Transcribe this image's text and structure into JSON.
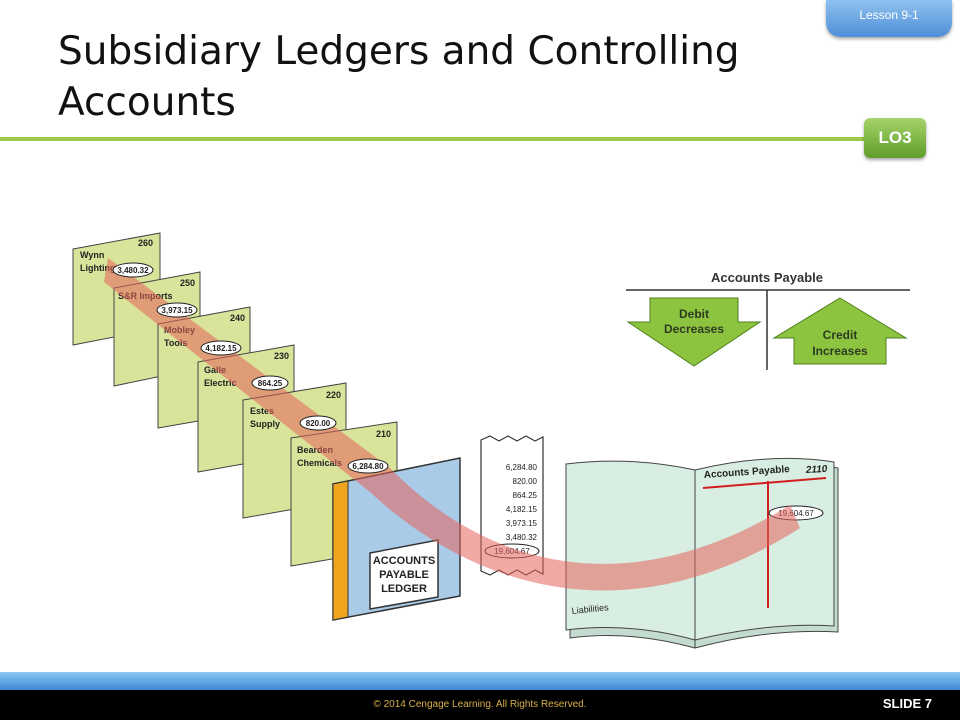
{
  "slide": {
    "title": "Subsidiary Ledgers and Controlling Accounts",
    "lesson_label": "Lesson 9-1",
    "objective_badge": "LO3",
    "copyright": "© 2014 Cengage Learning. All Rights Reserved.",
    "slide_number": "SLIDE 7"
  },
  "ledger_cards": [
    {
      "name_line1": "Wynn",
      "name_line2": "Lighting",
      "account": "260",
      "balance": "3,480.32"
    },
    {
      "name_line1": "S&R Imports",
      "name_line2": "",
      "account": "250",
      "balance": "3,973.15"
    },
    {
      "name_line1": "Mobley",
      "name_line2": "Tools",
      "account": "240",
      "balance": "4,182.15"
    },
    {
      "name_line1": "Galle",
      "name_line2": "Electric",
      "account": "230",
      "balance": "864.25"
    },
    {
      "name_line1": "Estes",
      "name_line2": "Supply",
      "account": "220",
      "balance": "820.00"
    },
    {
      "name_line1": "Bearden",
      "name_line2": "Chemicals",
      "account": "210",
      "balance": "6,284.80"
    }
  ],
  "ledger_binder": {
    "line1": "ACCOUNTS",
    "line2": "PAYABLE",
    "line3": "LEDGER"
  },
  "adding_tape": {
    "entries": [
      "6,284.80",
      "820.00",
      "864.25",
      "4,182.15",
      "3,973.15",
      "3,480.32"
    ],
    "total": "19,604.67"
  },
  "general_ledger": {
    "account_title": "Accounts Payable",
    "account_number": "2110",
    "balance": "19,604.67",
    "section_label": "Liabilities"
  },
  "t_account": {
    "title": "Accounts Payable",
    "debit_line1": "Debit",
    "debit_line2": "Decreases",
    "credit_line1": "Credit",
    "credit_line2": "Increases"
  },
  "colors": {
    "accent_green": "#9cc94a",
    "card_fill": "#d9e39a",
    "binder_blue": "#a9cbe8",
    "book_fill": "#d8eee2",
    "flow_band": "#e5635b",
    "arrow_green": "#8cc43f"
  }
}
